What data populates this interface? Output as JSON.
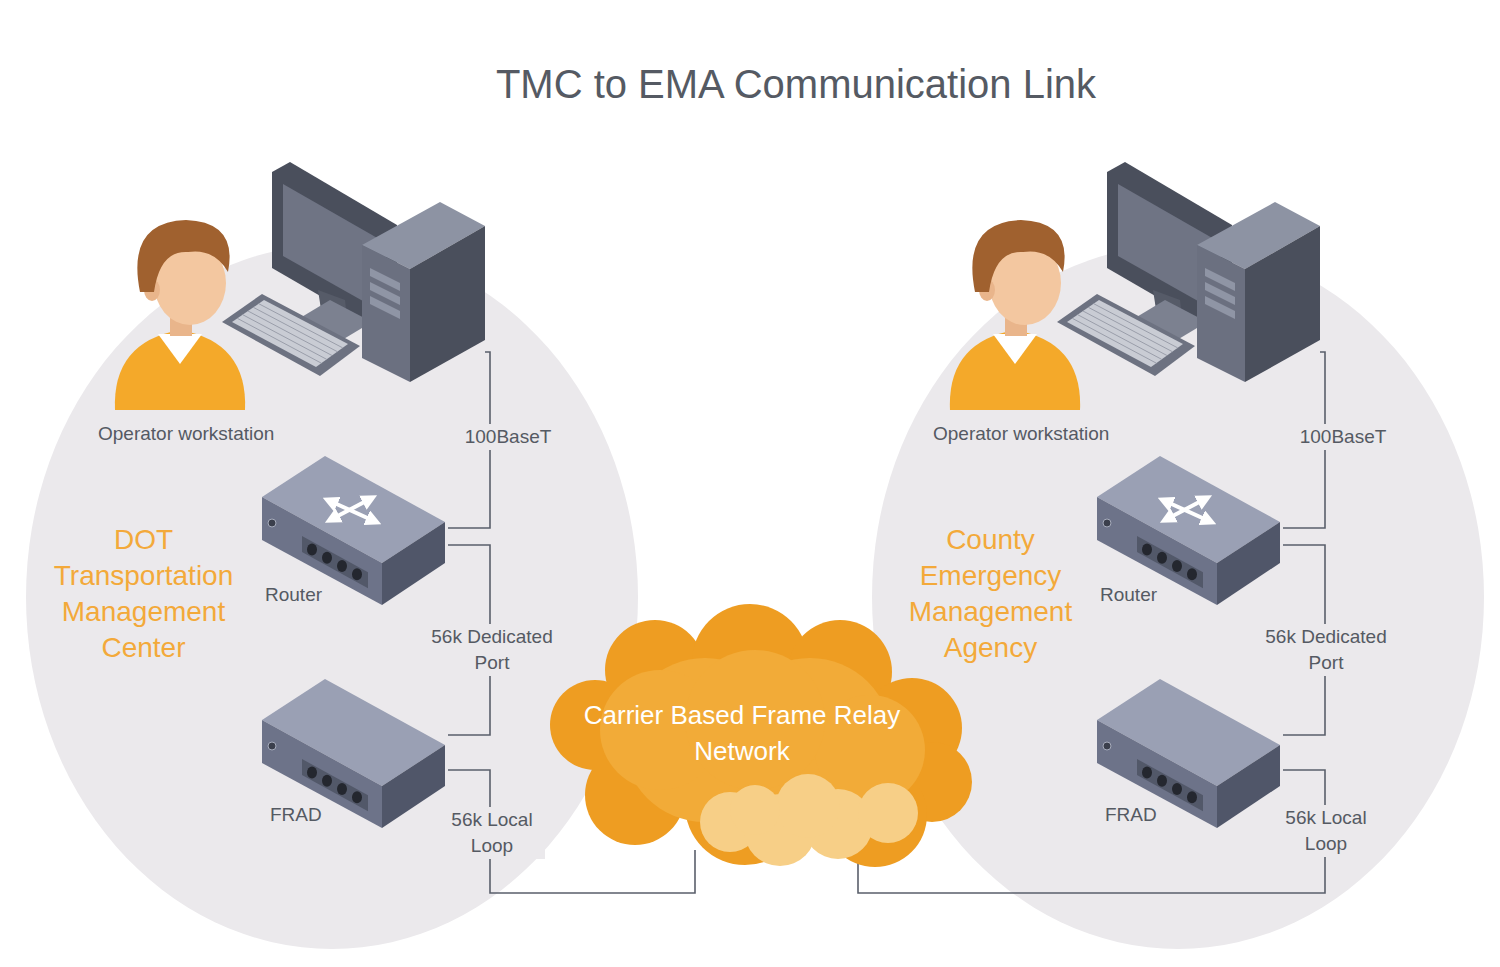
{
  "diagram": {
    "title": "TMC to EMA Communication Link",
    "nodes": [
      {
        "text": [
          "DOT Transportation Management Center"
        ]
      },
      {
        "text": [
          "Operator workstation"
        ],
        "in": 0
      },
      {
        "text": [
          "Router"
        ],
        "in": 0
      },
      {
        "text": [
          "FRAD"
        ],
        "in": 0
      },
      {
        "text": [
          "Carrier Based Frame Relay Network"
        ]
      },
      {
        "text": [
          "County Emergency Management Agency"
        ]
      },
      {
        "text": [
          "Operator workstation"
        ],
        "in": 5
      },
      {
        "text": [
          "Router"
        ],
        "in": 5
      },
      {
        "text": [
          "FRAD"
        ],
        "in": 5
      }
    ],
    "edges": [
      {
        "from": 1,
        "to": 2,
        "arrow": "none",
        "label": "100BaseT"
      },
      {
        "from": 2,
        "to": 3,
        "arrow": "none",
        "label": "56k Dedicated Port"
      },
      {
        "from": 3,
        "to": 4,
        "arrow": "none",
        "label": "56k Local Loop"
      },
      {
        "from": 6,
        "to": 7,
        "arrow": "none",
        "label": "100BaseT"
      },
      {
        "from": 7,
        "to": 8,
        "arrow": "none",
        "label": "56k Dedicated Port"
      },
      {
        "from": 8,
        "to": 4,
        "arrow": "none",
        "label": "56k Local Loop"
      }
    ]
  }
}
